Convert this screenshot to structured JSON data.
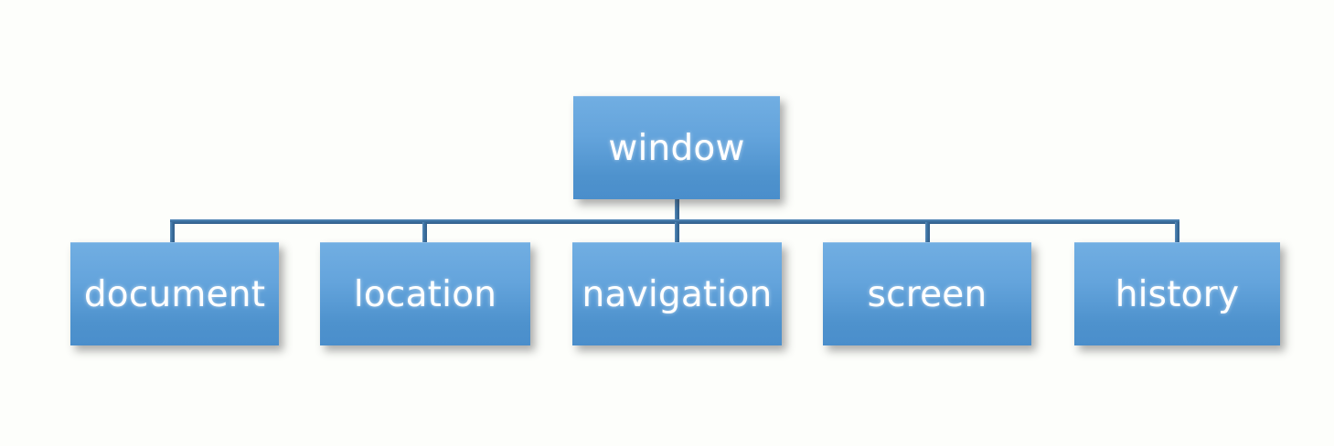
{
  "diagram": {
    "type": "tree",
    "title": "",
    "orientation": "top-down",
    "colors": {
      "background": "#fdfefb",
      "node_fill_top": "#71aee2",
      "node_fill_bottom": "#4a8ecb",
      "node_text": "#ffffff",
      "connector": "#3a6f9f",
      "shadow": "rgba(60,60,60,0.42)"
    },
    "root": {
      "id": "window",
      "label": "window"
    },
    "children": [
      {
        "id": "document",
        "label": "document"
      },
      {
        "id": "location",
        "label": "location"
      },
      {
        "id": "navigation",
        "label": "navigation"
      },
      {
        "id": "screen",
        "label": "screen"
      },
      {
        "id": "history",
        "label": "history"
      }
    ]
  }
}
